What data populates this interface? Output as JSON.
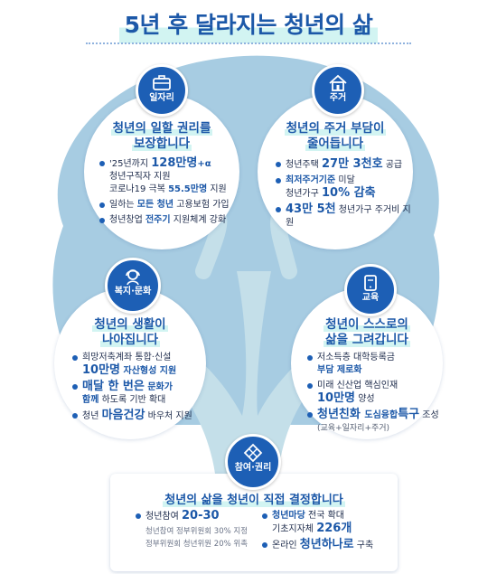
{
  "title": "5년 후 달라지는 청년의 삶",
  "colors": {
    "primary": "#1d5fb5",
    "accent": "#d2f4f2",
    "tree": "#9fc5de",
    "trunk": "#a8cbe0"
  },
  "sections": {
    "jobs": {
      "label": "일자리",
      "icon": "briefcase-icon",
      "heading1": "청년의 일할 권리를",
      "heading2": "보장합니다",
      "items": [
        {
          "a": "'25년까지 ",
          "b": "128만명",
          "c": "+α"
        },
        {
          "line2": "청년구직자 지원"
        },
        {
          "a": "코로나19 극복 ",
          "b": "55.5만명",
          "c": " 지원"
        },
        {
          "a": "일하는 ",
          "b": "모든 청년",
          "c": " 고용보험 가입"
        },
        {
          "a": "청년창업 ",
          "b": "전주기",
          "c": " 지원체계 강화"
        }
      ]
    },
    "housing": {
      "label": "주거",
      "icon": "house-icon",
      "heading1": "청년의 주거 부담이",
      "heading2": "줄어듭니다",
      "items": [
        {
          "a": "청년주택 ",
          "b": "27만 3천호",
          "c": " 공급"
        },
        {
          "a": "최저주거기준",
          "c": " 미달"
        },
        {
          "a": "청년가구 ",
          "b": "10% 감축"
        },
        {
          "b": "43만 5천",
          "c": " 청년가구 주거비 지원"
        }
      ]
    },
    "welfare": {
      "label": "복지·문화",
      "icon": "person-headset-icon",
      "heading1": "청년의 생활이",
      "heading2": "나아집니다",
      "items": [
        {
          "a": "희망저축계좌 통합·신설"
        },
        {
          "b": "10만명",
          "c": " 자산형성 지원"
        },
        {
          "b": "매달 한 번은",
          "c": " 문화가"
        },
        {
          "b": "함께",
          "c": " 하도록 기반 확대"
        },
        {
          "a": "청년 ",
          "b": "마음건강",
          "c": " 바우처 지원"
        }
      ]
    },
    "education": {
      "label": "교육",
      "icon": "tablet-icon",
      "heading1": "청년이 스스로의",
      "heading2": "삶을 그려갑니다",
      "items": [
        {
          "a": "저소득층 대학등록금"
        },
        {
          "b": "부담 제로화"
        },
        {
          "a": "미래 신산업 핵심인재"
        },
        {
          "b": "10만명",
          "c": " 양성"
        },
        {
          "b": "청년친화 ",
          "a": "도심융합",
          "c": "특구",
          "d": " 조성"
        },
        {
          "small": "(교육+일자리+주거)"
        }
      ]
    },
    "participation": {
      "label": "참여·권리",
      "icon": "diamond-grid-icon",
      "heading": "청년의 삶을 청년이 직접 결정합니다",
      "left": [
        {
          "a": "청년참여 ",
          "b": "20-30"
        },
        {
          "note": "청년참여 정부위원회 30% 지정"
        },
        {
          "note": "정부위원회 청년위원 20% 위촉"
        }
      ],
      "right": [
        {
          "b": "청년마당",
          "c": " 전국 확대"
        },
        {
          "a": "기초지자체 ",
          "b": "226개"
        },
        {
          "a": "온라인 ",
          "b": "청년하나로",
          "c": " 구축"
        }
      ]
    }
  }
}
